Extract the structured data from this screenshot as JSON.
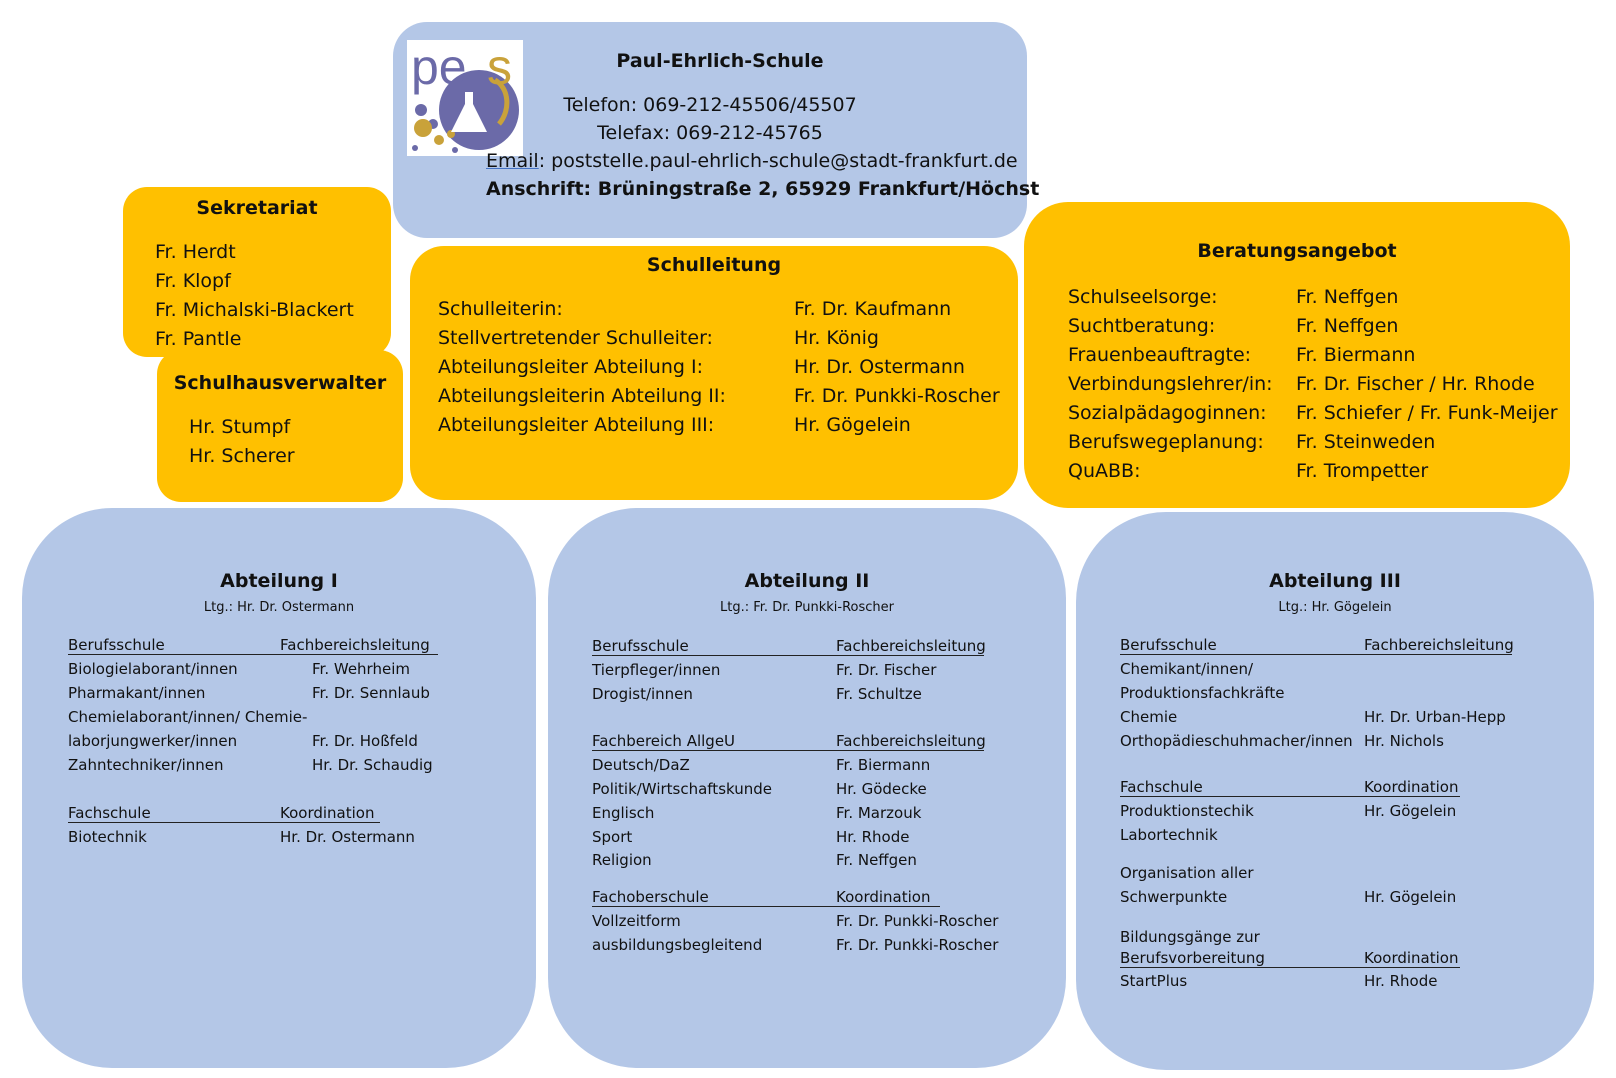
{
  "school": {
    "name": "Paul-Ehrlich-Schule",
    "logo_text": "pes",
    "telefon": "Telefon: 069-212-45506/45507",
    "telefax": "Telefax: 069-212-45765",
    "email_label": "Email",
    "email_value": ": poststelle.paul-ehrlich-schule@stadt-frankfurt.de",
    "anschrift": "Anschrift: Brüningstraße 2, 65929 Frankfurt/Höchst"
  },
  "sekretariat": {
    "title": "Sekretariat",
    "names": [
      "Fr. Herdt",
      "Fr. Klopf",
      "Fr. Michalski-Blackert",
      "Fr. Pantle"
    ]
  },
  "schulhausverwalter": {
    "title": "Schulhausverwalter",
    "names": [
      "Hr. Stumpf",
      "Hr. Scherer"
    ]
  },
  "schulleitung": {
    "title": "Schulleitung",
    "rows": [
      {
        "role": "Schulleiterin:",
        "name": "Fr. Dr. Kaufmann"
      },
      {
        "role": "Stellvertretender Schulleiter:",
        "name": "Hr. König"
      },
      {
        "role": "Abteilungsleiter Abteilung I:",
        "name": "Hr. Dr. Ostermann"
      },
      {
        "role": "Abteilungsleiterin Abteilung II:",
        "name": "Fr. Dr. Punkki-Roscher"
      },
      {
        "role": "Abteilungsleiter Abteilung III:",
        "name": "Hr. Gögelein"
      }
    ]
  },
  "beratung": {
    "title": "Beratungsangebot",
    "rows": [
      {
        "role": "Schulseelsorge:",
        "name": "Fr. Neffgen"
      },
      {
        "role": "Suchtberatung:",
        "name": "Fr. Neffgen"
      },
      {
        "role": "Frauenbeauftragte:",
        "name": "Fr. Biermann"
      },
      {
        "role": "Verbindungslehrer/in:",
        "name": "Fr. Dr. Fischer / Hr. Rhode"
      },
      {
        "role": "Sozialpädagoginnen:",
        "name": "Fr. Schiefer / Fr. Funk-Meijer"
      },
      {
        "role": "Berufswegeplanung:",
        "name": "Fr. Steinweden"
      },
      {
        "role": "QuABB:",
        "name": "Fr. Trompetter"
      }
    ]
  },
  "abt1": {
    "title": "Abteilung I",
    "ltg": "Ltg.: Hr. Dr. Ostermann",
    "sec1": {
      "left": "Berufsschule",
      "right": "Fachbereichsleitung"
    },
    "rows1": [
      {
        "l": "Biologielaborant/innen",
        "r": "Fr. Wehrheim"
      },
      {
        "l": "Pharmakant/innen",
        "r": "Fr. Dr. Sennlaub"
      },
      {
        "l": "Chemielaborant/innen/ Chemie-",
        "r": ""
      },
      {
        "l": "laborjungwerker/innen",
        "r": "Fr. Dr. Hoßfeld"
      },
      {
        "l": "Zahntechniker/innen",
        "r": "Hr. Dr. Schaudig"
      }
    ],
    "sec2": {
      "left": "Fachschule",
      "right": "Koordination"
    },
    "rows2": [
      {
        "l": "Biotechnik",
        "r": "Hr. Dr. Ostermann"
      }
    ]
  },
  "abt2": {
    "title": "Abteilung II",
    "ltg": "Ltg.: Fr. Dr. Punkki-Roscher",
    "sec1": {
      "left": "Berufsschule",
      "right": "Fachbereichsleitung"
    },
    "rows1": [
      {
        "l": "Tierpfleger/innen",
        "r": "Fr. Dr. Fischer"
      },
      {
        "l": "Drogist/innen",
        "r": "Fr. Schultze"
      }
    ],
    "sec2": {
      "left": "Fachbereich AllgeU",
      "right": "Fachbereichsleitung"
    },
    "rows2": [
      {
        "l": "Deutsch/DaZ",
        "r": "Fr. Biermann"
      },
      {
        "l": "Politik/Wirtschaftskunde",
        "r": "Hr. Gödecke"
      },
      {
        "l": "Englisch",
        "r": "Fr. Marzouk"
      },
      {
        "l": "Sport",
        "r": "Hr. Rhode"
      },
      {
        "l": "Religion",
        "r": "Fr. Neffgen"
      }
    ],
    "sec3": {
      "left": "Fachoberschule",
      "right": "Koordination"
    },
    "rows3": [
      {
        "l": "Vollzeitform",
        "r": "Fr. Dr. Punkki-Roscher"
      },
      {
        "l": "ausbildungsbegleitend",
        "r": "Fr. Dr. Punkki-Roscher"
      }
    ]
  },
  "abt3": {
    "title": "Abteilung III",
    "ltg": "Ltg.: Hr. Gögelein",
    "sec1": {
      "left": "Berufsschule",
      "right": "Fachbereichsleitung"
    },
    "rows1": [
      {
        "l": "Chemikant/innen/",
        "r": ""
      },
      {
        "l": "Produktionsfachkräfte",
        "r": ""
      },
      {
        "l": "Chemie",
        "r": "Hr. Dr. Urban-Hepp"
      },
      {
        "l": "Orthopädieschuhmacher/innen",
        "r": "Hr. Nichols"
      }
    ],
    "sec2": {
      "left": "Fachschule",
      "right": "Koordination"
    },
    "rows2": [
      {
        "l": "Produktionstechik",
        "r": "Hr. Gögelein"
      },
      {
        "l": "Labortechnik",
        "r": ""
      }
    ],
    "org": {
      "l1": "Organisation aller",
      "l2": "Schwerpunkte",
      "r": "Hr. Gögelein"
    },
    "bild": {
      "l1": "Bildungsgänge zur",
      "left": "Berufsvorbereitung",
      "right": "Koordination"
    },
    "rows3": [
      {
        "l": "StartPlus",
        "r": "Hr. Rhode"
      }
    ]
  },
  "colors": {
    "blue": "#b4c7e7",
    "gold": "#ffc000",
    "logo_purple": "#6b6aa8",
    "logo_gold": "#c9a23a"
  }
}
